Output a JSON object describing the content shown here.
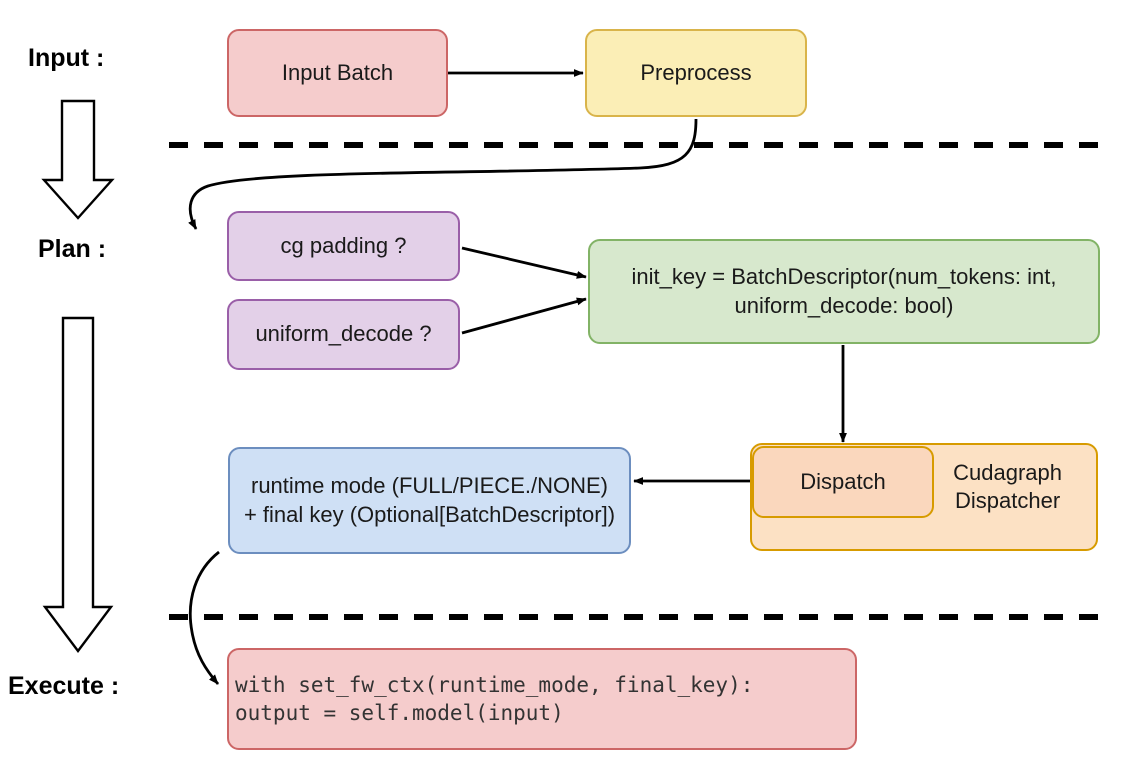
{
  "diagram": {
    "title": "Cudagraph dispatch pipeline",
    "background": "#ffffff",
    "stage_labels": [
      {
        "id": "input",
        "text": "Input :"
      },
      {
        "id": "plan",
        "text": "Plan :"
      },
      {
        "id": "execute",
        "text": "Execute :"
      }
    ],
    "nodes": [
      {
        "id": "input-batch",
        "text": "Input Batch",
        "fill": "#f5cccc",
        "stroke": "#cc6666"
      },
      {
        "id": "preprocess",
        "text": "Preprocess",
        "fill": "#fbeeb6",
        "stroke": "#d9b44a"
      },
      {
        "id": "cg-padding",
        "text": "cg padding ?",
        "fill": "#e3d0e8",
        "stroke": "#9a5fa8"
      },
      {
        "id": "uniform-decode",
        "text": "uniform_decode ?",
        "fill": "#e3d0e8",
        "stroke": "#9a5fa8"
      },
      {
        "id": "init-key",
        "text": "init_key = BatchDescriptor(num_tokens: int,\nuniform_decode: bool)",
        "fill": "#d7e8cd",
        "stroke": "#82b366"
      },
      {
        "id": "cudagraph-dispatcher",
        "text": "Cudagraph\nDispatcher",
        "fill": "#fce1c4",
        "stroke": "#d79b00"
      },
      {
        "id": "dispatch",
        "text": "Dispatch",
        "fill": "#fad7bd",
        "stroke": "#d79b00"
      },
      {
        "id": "runtime-mode",
        "text": "runtime mode (FULL/PIECE./NONE)\n+ final key (Optional[BatchDescriptor])",
        "fill": "#cfe0f5",
        "stroke": "#6c8ebf"
      },
      {
        "id": "execute-code",
        "text": "with set_fw_ctx(runtime_mode, final_key):\n    output = self.model(input)",
        "fill": "#f5cccc",
        "stroke": "#cc6666"
      }
    ],
    "separators": [
      {
        "id": "separator-input-plan",
        "style": "dashed"
      },
      {
        "id": "separator-plan-execute",
        "style": "dashed"
      }
    ],
    "flow_arrows": [
      {
        "id": "arrow-input-batch-to-preprocess",
        "from": "input-batch",
        "to": "preprocess"
      },
      {
        "id": "arrow-preprocess-to-cg-padding",
        "from": "preprocess",
        "to": "cg-padding"
      },
      {
        "id": "arrow-cg-padding-to-init-key",
        "from": "cg-padding",
        "to": "init-key"
      },
      {
        "id": "arrow-uniform-decode-to-init-key",
        "from": "uniform-decode",
        "to": "init-key"
      },
      {
        "id": "arrow-init-key-to-dispatch",
        "from": "init-key",
        "to": "dispatch"
      },
      {
        "id": "arrow-dispatch-to-runtime-mode",
        "from": "dispatch",
        "to": "runtime-mode"
      },
      {
        "id": "arrow-runtime-mode-to-execute-code",
        "from": "runtime-mode",
        "to": "execute-code"
      }
    ],
    "stage_arrows": [
      {
        "id": "stage-arrow-input-to-plan"
      },
      {
        "id": "stage-arrow-plan-to-execute"
      }
    ]
  }
}
